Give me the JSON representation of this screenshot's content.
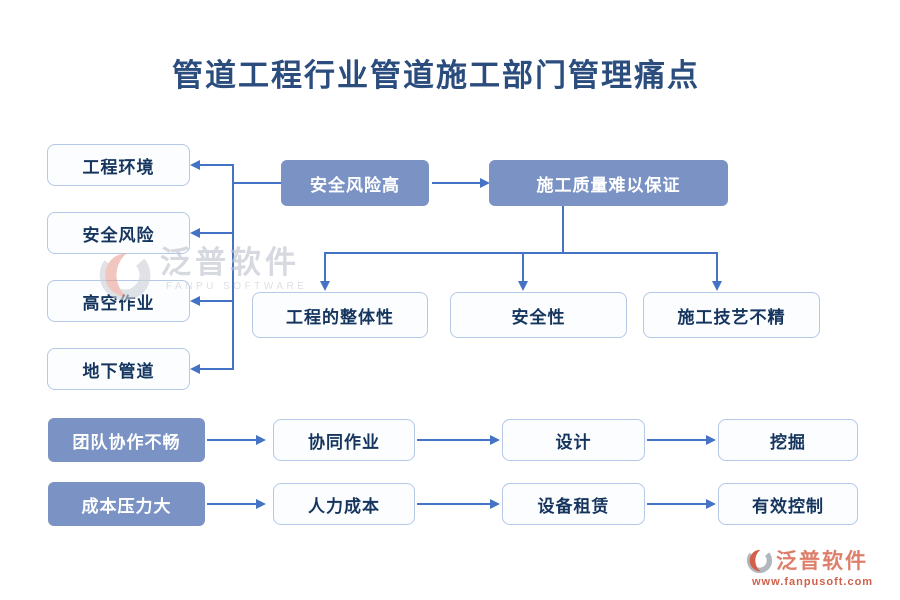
{
  "title": "管道工程行业管道施工部门管理痛点",
  "left_column": {
    "items": [
      {
        "label": "工程环境"
      },
      {
        "label": "安全风险"
      },
      {
        "label": "高空作业"
      },
      {
        "label": "地下管道"
      }
    ]
  },
  "top_flow": {
    "cause": "安全风险高",
    "effect": "施工质量难以保证",
    "factors": [
      {
        "label": "工程的整体性"
      },
      {
        "label": "安全性"
      },
      {
        "label": "施工技艺不精"
      }
    ]
  },
  "bottom_flows": [
    {
      "cause": "团队协作不畅",
      "steps": [
        {
          "label": "协同作业"
        },
        {
          "label": "设计"
        },
        {
          "label": "挖掘"
        }
      ]
    },
    {
      "cause": "成本压力大",
      "steps": [
        {
          "label": "人力成本"
        },
        {
          "label": "设备租赁"
        },
        {
          "label": "有效控制"
        }
      ]
    }
  ],
  "watermark": {
    "brand": "泛普软件",
    "subtitle": "FANPU SOFTWARE"
  },
  "footer": {
    "brand": "泛普软件",
    "website": "www.fanpusoft.com"
  },
  "colors": {
    "connector_blue": "#4472c4",
    "filled_node_blue": "#7b93c4",
    "light_node_border": "#b5c9e6",
    "dark_text_navy": "#16355e",
    "title_navy": "#2b4d7e",
    "brand_salmon": "#dd7f6a"
  }
}
